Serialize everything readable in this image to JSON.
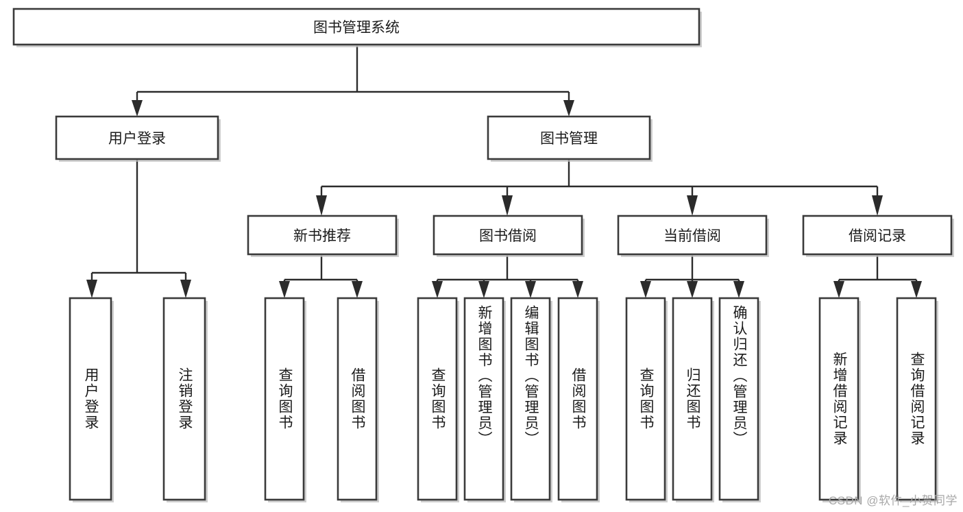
{
  "diagram": {
    "title": "图书管理系统",
    "type": "tree-hierarchy-chart",
    "watermark": "CSDN @软件_小贺同学",
    "colors": {
      "box_fill": "#ffffff",
      "box_stroke": "#3a3a3a",
      "connector": "#2b2b2b",
      "text": "#1b1b1b",
      "watermark": "#a8a8a8",
      "background": "#ffffff"
    },
    "root": {
      "label": "图书管理系统",
      "orientation": "horizontal"
    },
    "level2": [
      {
        "label": "用户登录",
        "orientation": "horizontal"
      },
      {
        "label": "图书管理",
        "orientation": "horizontal"
      }
    ],
    "level3": [
      {
        "label": "新书推荐",
        "orientation": "horizontal"
      },
      {
        "label": "图书借阅",
        "orientation": "horizontal"
      },
      {
        "label": "当前借阅",
        "orientation": "horizontal"
      },
      {
        "label": "借阅记录",
        "orientation": "horizontal"
      }
    ],
    "leaves": {
      "user_login": [
        {
          "label": "用户登录",
          "orientation": "vertical"
        },
        {
          "label": "注销登录",
          "orientation": "vertical"
        }
      ],
      "new_book_recommend": [
        {
          "label": "查询图书",
          "orientation": "vertical"
        },
        {
          "label": "借阅图书",
          "orientation": "vertical"
        }
      ],
      "book_borrow": [
        {
          "label": "查询图书",
          "orientation": "vertical"
        },
        {
          "label": "新增图书（管理员）",
          "orientation": "vertical"
        },
        {
          "label": "编辑图书（管理员）",
          "orientation": "vertical"
        },
        {
          "label": "借阅图书",
          "orientation": "vertical"
        }
      ],
      "current_borrow": [
        {
          "label": "查询图书",
          "orientation": "vertical"
        },
        {
          "label": "归还图书",
          "orientation": "vertical"
        },
        {
          "label": "确认归还（管理员）",
          "orientation": "vertical"
        }
      ],
      "borrow_records": [
        {
          "label": "新增借阅记录",
          "orientation": "vertical"
        },
        {
          "label": "查询借阅记录",
          "orientation": "vertical"
        }
      ]
    }
  }
}
